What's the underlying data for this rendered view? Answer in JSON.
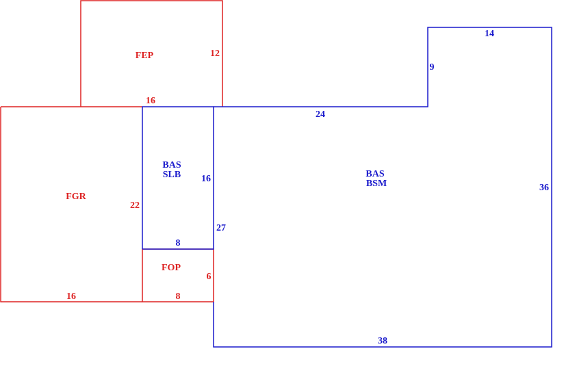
{
  "colors": {
    "red": "#dd2222",
    "blue": "#1a1acc"
  },
  "areas": {
    "fep": {
      "code": "FEP"
    },
    "fgr": {
      "code": "FGR"
    },
    "fop": {
      "code": "FOP"
    },
    "bas_slb": {
      "line1": "BAS",
      "line2": "SLB"
    },
    "bas_bsm": {
      "line1": "BAS",
      "line2": "BSM"
    }
  },
  "dimensions": {
    "fep_width": "16",
    "fep_height": "12",
    "fgr_height": "22",
    "fgr_width": "16",
    "slb_height": "16",
    "slb_width": "8",
    "fop_height": "6",
    "fop_width": "8",
    "main_top": "24",
    "main_left": "27",
    "main_bottom": "38",
    "main_right": "36",
    "bump_height": "9",
    "bump_width": "14"
  }
}
